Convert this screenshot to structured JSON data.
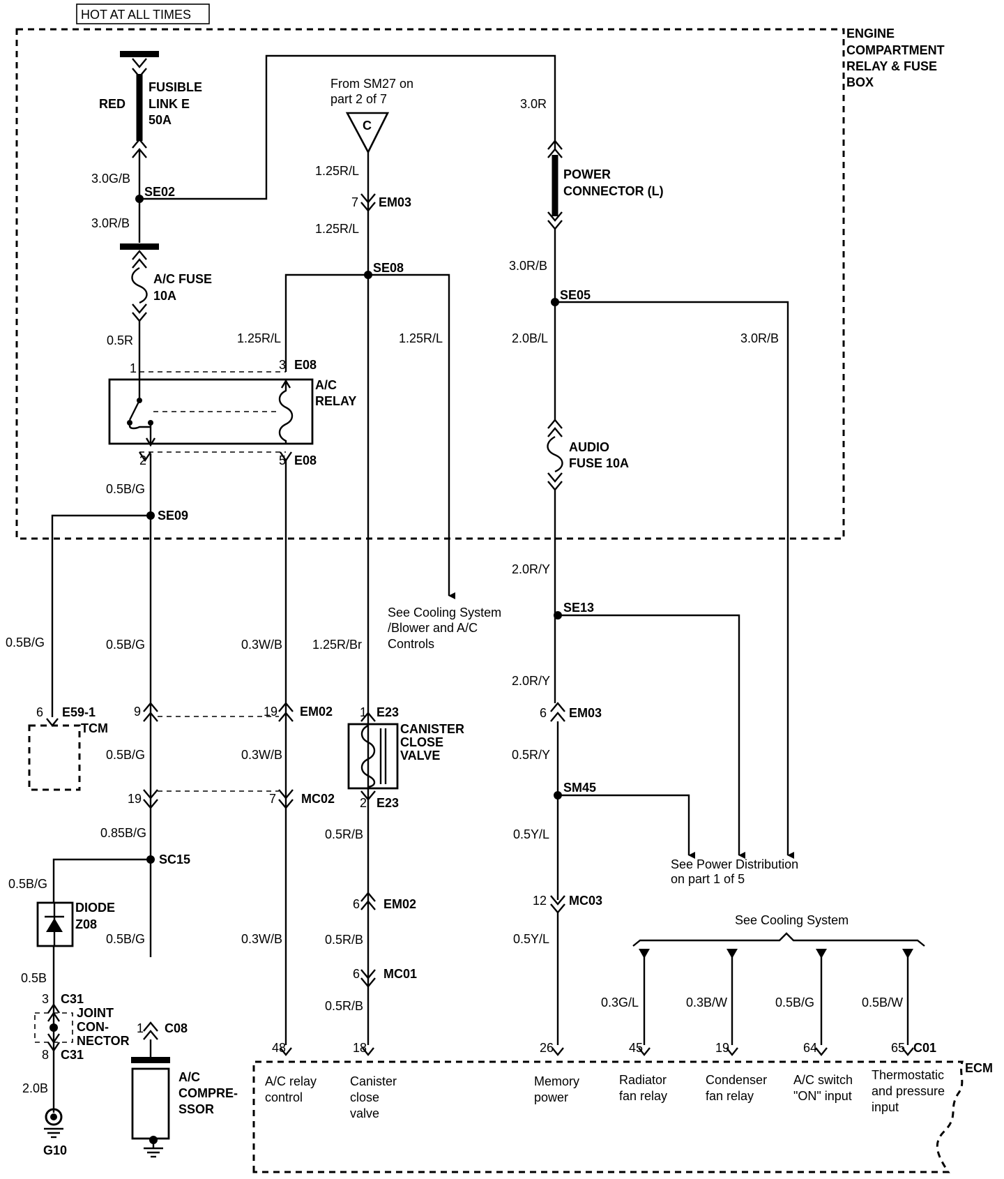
{
  "header": {
    "supply_label": "HOT AT ALL TIMES"
  },
  "boxes": {
    "engine_box": [
      "ENGINE",
      "COMPARTMENT",
      "RELAY & FUSE",
      "BOX"
    ],
    "ecm": "ECM",
    "tcm": "TCM"
  },
  "components": {
    "fusible_link": [
      "FUSIBLE",
      "LINK E",
      "50A"
    ],
    "fusible_color": "RED",
    "ac_fuse": [
      "A/C FUSE",
      "10A"
    ],
    "ac_relay": [
      "A/C",
      "RELAY"
    ],
    "power_connector": [
      "POWER",
      "CONNECTOR (L)"
    ],
    "audio_fuse": [
      "AUDIO",
      "FUSE 10A"
    ],
    "canister": [
      "CANISTER",
      "CLOSE",
      "VALVE"
    ],
    "diode": [
      "DIODE",
      "Z08"
    ],
    "joint_connector": [
      "JOINT",
      "CON-",
      "NECTOR"
    ],
    "compressor": [
      "A/C",
      "COMPRE-",
      "SSOR"
    ],
    "ground": "G10",
    "from_sm27": [
      "From SM27 on",
      "part 2 of 7"
    ],
    "connector_c": "C"
  },
  "splices": {
    "se02": "SE02",
    "se08": "SE08",
    "se05": "SE05",
    "se09": "SE09",
    "se13": "SE13",
    "sm45": "SM45",
    "sc15": "SC15"
  },
  "connectors": {
    "em03_top": "EM03",
    "e08_top": "E08",
    "e08_bot": "E08",
    "e59": "E59-1",
    "em02_left": "EM02",
    "mc02": "MC02",
    "e23_top": "E23",
    "e23_bot": "E23",
    "em03_right": "EM03",
    "mc03": "MC03",
    "em02_mid": "EM02",
    "mc01": "MC01",
    "c31_top": "C31",
    "c31_bot": "C31",
    "c08": "C08",
    "c01": "C01"
  },
  "pins": {
    "p1": "1",
    "p3": "3",
    "p2": "2",
    "p5": "5",
    "p7top": "7",
    "p6tcm": "6",
    "p9": "9",
    "p19a": "19",
    "p19b": "19",
    "p7mc": "7",
    "p1e23": "1",
    "p2e23": "2",
    "p6em03": "6",
    "p12": "12",
    "p6em02": "6",
    "p6mc01": "6",
    "p3c31": "3",
    "p8c31": "8",
    "p1c08": "1",
    "ecm48": "48",
    "ecm18": "18",
    "ecm26": "26",
    "ecm45": "45",
    "ecm19": "19",
    "ecm64": "64",
    "ecm65": "65"
  },
  "wires": {
    "w_30gb": "3.0G/B",
    "w_30rb_a": "3.0R/B",
    "w_05r": "0.5R",
    "w_05bg_a": "0.5B/G",
    "w_05bg_tcm": "0.5B/G",
    "w_05bg_b": "0.5B/G",
    "w_05bg_c": "0.5B/G",
    "w_085bg": "0.85B/G",
    "w_05bg_d": "0.5B/G",
    "w_05bg_e": "0.5B/G",
    "w_05b": "0.5B",
    "w_20b": "2.0B",
    "w_125rl_a": "1.25R/L",
    "w_125rl_b": "1.25R/L",
    "w_125rl_c": "1.25R/L",
    "w_125rl_d": "1.25R/L",
    "w_03wb_a": "0.3W/B",
    "w_03wb_b": "0.3W/B",
    "w_03wb_c": "0.3W/B",
    "w_125rbr": "1.25R/Br",
    "w_05rb_a": "0.5R/B",
    "w_05rb_b": "0.5R/B",
    "w_05rb_c": "0.5R/B",
    "w_30r": "3.0R",
    "w_30rb_b": "3.0R/B",
    "w_20bl": "2.0B/L",
    "w_30rb_c": "3.0R/B",
    "w_20ry_a": "2.0R/Y",
    "w_20ry_b": "2.0R/Y",
    "w_05ry": "0.5R/Y",
    "w_05yl_a": "0.5Y/L",
    "w_05yl_b": "0.5Y/L",
    "w_03gl": "0.3G/L",
    "w_03bw": "0.3B/W",
    "w_05bg_f": "0.5B/G",
    "w_05bw": "0.5B/W"
  },
  "references": {
    "cooling_blower": [
      "See Cooling System",
      "/Blower and A/C",
      "Controls"
    ],
    "power_dist": [
      "See Power Distribution",
      "on part 1 of 5"
    ],
    "cooling": "See Cooling System"
  },
  "ecm_functions": {
    "f48": [
      "A/C relay",
      "control"
    ],
    "f18": [
      "Canister",
      "close",
      "valve"
    ],
    "f26": [
      "Memory",
      "power"
    ],
    "f45": [
      "Radiator",
      "fan relay"
    ],
    "f19": [
      "Condenser",
      "fan relay"
    ],
    "f64": [
      "A/C switch",
      "\"ON\" input"
    ],
    "f65": [
      "Thermostatic",
      "and pressure",
      "input"
    ]
  }
}
